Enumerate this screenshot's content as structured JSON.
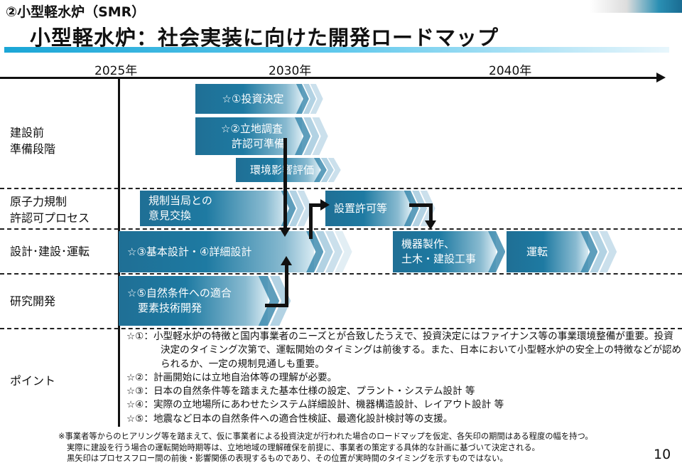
{
  "header": {
    "subtitle": "②小型軽水炉（SMR）",
    "title": "小型軽水炉：社会実装に向けた開発ロードマップ"
  },
  "timeline": {
    "years": [
      "2025年",
      "2030年",
      "2040年"
    ]
  },
  "rows": [
    "建設前\n準備段階",
    "原子力規制\n許認可プロセス",
    "設計･建設･運転",
    "研究開発",
    "ポイント"
  ],
  "bars": {
    "investment": "☆①投資決定",
    "site": "☆②立地調査\n　許認可準備",
    "env": "環境影響評価",
    "regulator": "規制当局との\n意見交換",
    "permit": "設置許可等",
    "design": "☆③基本設計・④詳細設計",
    "construction": "機器製作、\n土木・建設工事",
    "operation": "運転",
    "research": "☆⑤自然条件への適合\n　要素技術開発"
  },
  "points": [
    "☆①：小型軽水炉の特徴と国内事業者のニーズとが合致したうえで、投資決定にはファイナンス等の事業環境整備が重要。投資決定のタイミング次第で、運転開始のタイミングは前後する。また、日本において小型軽水炉の安全上の特徴などが認められるか、一定の規制見通しも重要。",
    "☆②：計画開始には立地自治体等の理解が必要。",
    "☆③：日本の自然条件等を踏まえた基本仕様の設定、プラント・システム設計 等",
    "☆④：実際の立地場所にあわせたシステム詳細設計、機器構造設計、レイアウト設計 等",
    "☆⑤：地震など日本の自然条件への適合性検証、最適化設計検討等の支援。"
  ],
  "notes": [
    "※事業者等からのヒアリング等を踏まえて、仮に事業者による投資決定が行われた場合のロードマップを仮定、各矢印の期間はある程度の幅を持つ。",
    "実際に建設を行う場合の運転開始時期等は、立地地域の理解確保を前提に、事業者の策定する具体的な計画に基づいて決定される。",
    "黒矢印はプロセスフロー間の前後・影響関係の表現するものであり、その位置が実時間のタイミングを示すものではない。"
  ],
  "page_number": "10",
  "colors": {
    "bar": "#1f6f95",
    "accent": "#1ba6d6"
  }
}
